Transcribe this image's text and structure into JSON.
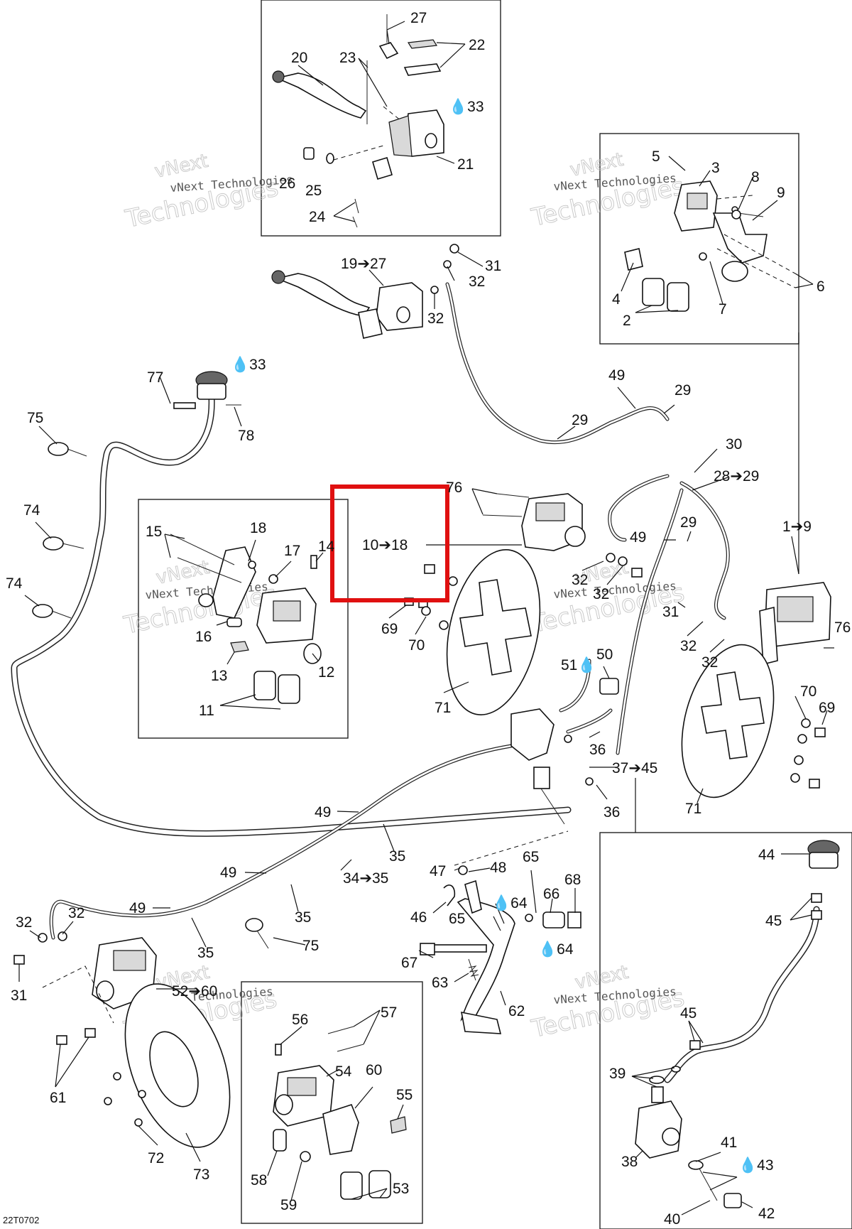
{
  "drawing_code": "22T0702",
  "watermark": {
    "brand_short": "vNext Technologies",
    "brand_outline": "Technologies",
    "brand_outline_top": "vNext"
  },
  "highlight": {
    "label": "10➔18",
    "color": "#e01010"
  },
  "labels": {
    "l20": "20",
    "l23": "23",
    "l27": "27",
    "l22": "22",
    "l33a": "33",
    "l21": "21",
    "l26": "26",
    "l25": "25",
    "l24": "24",
    "l19_27": "19➔27",
    "l31a": "31",
    "l32a": "32",
    "l32b": "32",
    "l5": "5",
    "l3": "3",
    "l8": "8",
    "l9": "9",
    "l4": "4",
    "l6": "6",
    "l7": "7",
    "l2": "2",
    "l77": "77",
    "l33b": "33",
    "l78": "78",
    "l75a": "75",
    "l74a": "74",
    "l74b": "74",
    "l49a": "49",
    "l29a": "29",
    "l29b": "29",
    "l30": "30",
    "l28_29": "28➔29",
    "l29c": "29",
    "l49b": "49",
    "l1_9": "1➔9",
    "l15": "15",
    "l18": "18",
    "l17": "17",
    "l14": "14",
    "l16": "16",
    "l13": "13",
    "l12": "12",
    "l11": "11",
    "l76a": "76",
    "l32c": "32",
    "l32d": "32",
    "l69a": "69",
    "l70a": "70",
    "l71a": "71",
    "l31b": "31",
    "l32e": "32",
    "l32f": "32",
    "l76b": "76",
    "l51": "51",
    "l50": "50",
    "l36a": "36",
    "l37_45": "37➔45",
    "l36b": "36",
    "l70b": "70",
    "l69b": "69",
    "l71b": "71",
    "l49c": "49",
    "l35a": "35",
    "l34_35": "34➔35",
    "l49d": "49",
    "l35b": "35",
    "l49e": "49",
    "l35c": "35",
    "l75b": "75",
    "l47": "47",
    "l48": "48",
    "l65a": "65",
    "l68": "68",
    "l46": "46",
    "l64a": "64",
    "l66": "66",
    "l65b": "65",
    "l64b": "64",
    "l67": "67",
    "l63": "63",
    "l62": "62",
    "l32g": "32",
    "l32h": "32",
    "l31c": "31",
    "l52_60": "52➔60",
    "l61": "61",
    "l72": "72",
    "l73": "73",
    "l56": "56",
    "l57": "57",
    "l54": "54",
    "l60": "60",
    "l55": "55",
    "l58": "58",
    "l59": "59",
    "l53": "53",
    "l44": "44",
    "l45a": "45",
    "l45b": "45",
    "l39": "39",
    "l38": "38",
    "l41": "41",
    "l43": "43",
    "l40": "40",
    "l42": "42"
  }
}
